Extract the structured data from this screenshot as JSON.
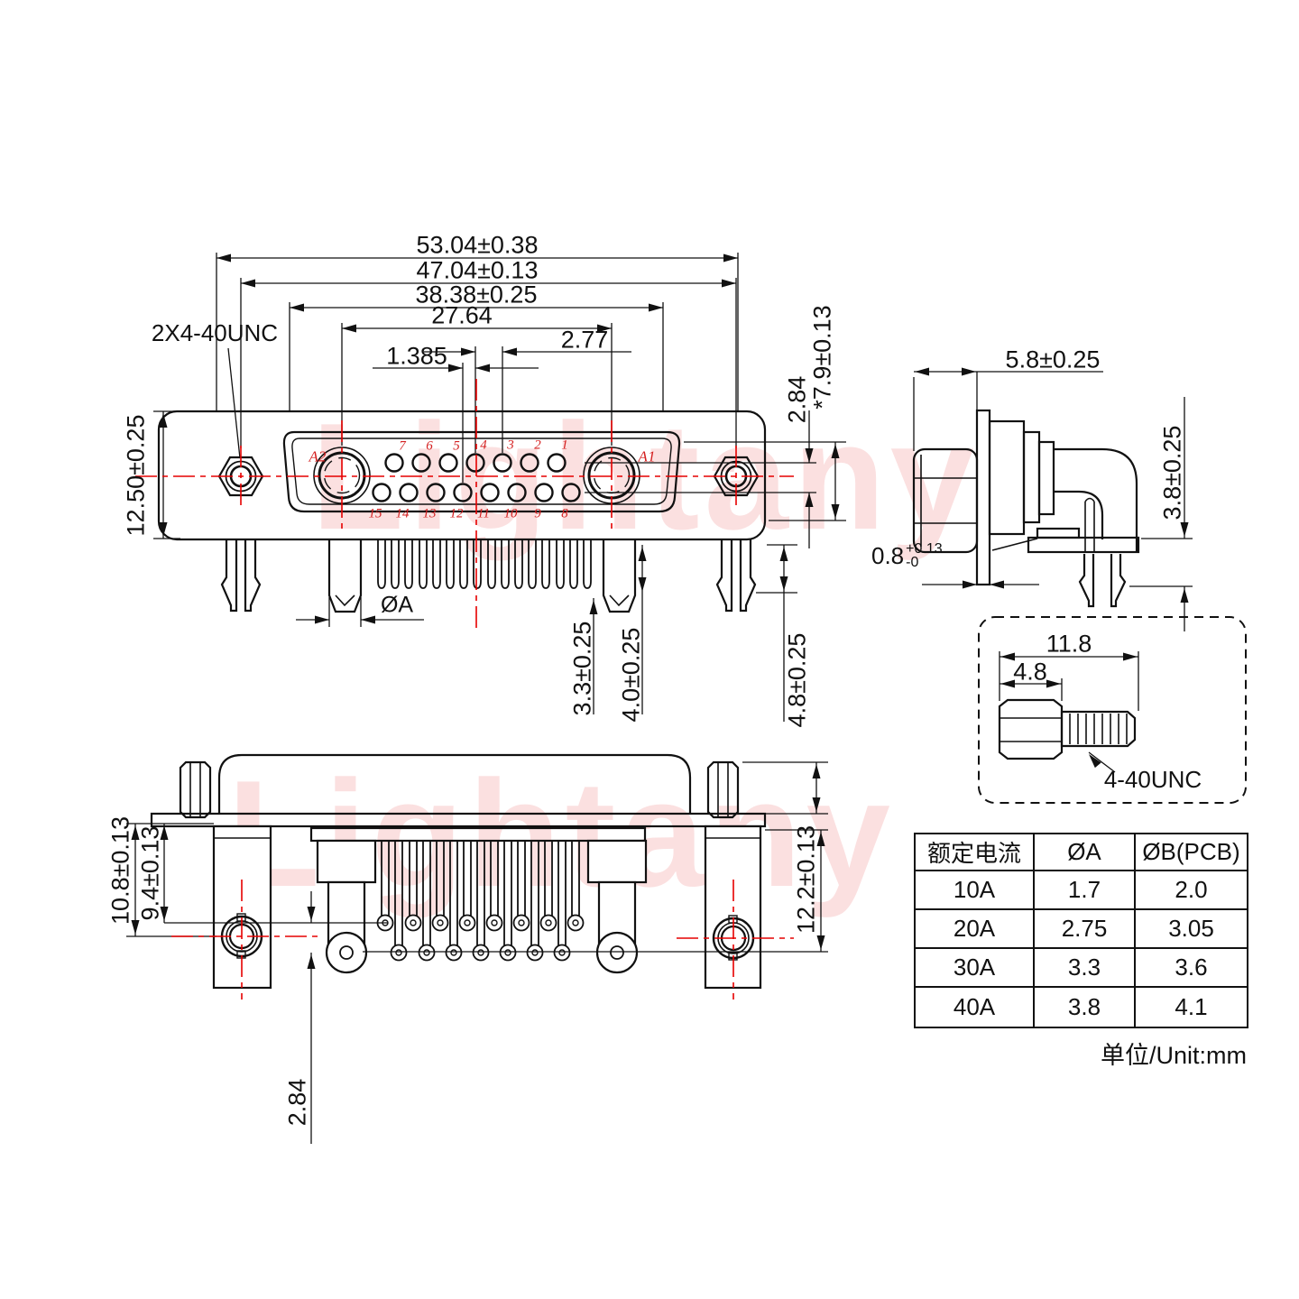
{
  "watermark": {
    "text": "Lightany"
  },
  "colors": {
    "line": "#111111",
    "centerline_red": "#e60000",
    "label_red": "#d42020"
  },
  "front_view": {
    "thread_label": "2X4-40UNC",
    "dims": {
      "width_overall": "53.04±0.38",
      "width_mount": "47.04±0.13",
      "width_shell": "38.38±0.25",
      "width_contacts": "27.64",
      "pitch": "2.77",
      "half_pitch": "1.385",
      "height_body": "12.50±0.25",
      "row_gap": "2.84",
      "height_contact_zone": "*7.9±0.13",
      "post_dia": "ØA",
      "tail_short": "3.3±0.25",
      "tail_mid": "4.0±0.25",
      "tail_long": "4.8±0.25"
    },
    "contact_labels": {
      "a1": "A1",
      "a2": "A2"
    },
    "pins_top": [
      "7",
      "6",
      "5",
      "4",
      "3",
      "2",
      "1"
    ],
    "pins_bottom": [
      "15",
      "14",
      "13",
      "12",
      "11",
      "10",
      "9",
      "8"
    ]
  },
  "side_view": {
    "dims": {
      "cap_depth": "5.8±0.25",
      "bracket_offset": "3.8±0.25",
      "flange_thickness": {
        "value": "0.8",
        "plus": "+0.13",
        "minus": "-0"
      }
    }
  },
  "screw_detail": {
    "dims": {
      "total_length": "11.8",
      "head_length": "4.8"
    },
    "thread_label": "4-40UNC"
  },
  "bottom_view": {
    "dims": {
      "height_outer": "10.8±0.13",
      "height_inner": "9.4±0.13",
      "height_right": "12.2±0.13",
      "row_gap": "2.84"
    }
  },
  "spec_table": {
    "headers": [
      "额定电流",
      "ØA",
      "ØB(PCB)"
    ],
    "rows": [
      [
        "10A",
        "1.7",
        "2.0"
      ],
      [
        "20A",
        "2.75",
        "3.05"
      ],
      [
        "30A",
        "3.3",
        "3.6"
      ],
      [
        "40A",
        "3.8",
        "4.1"
      ]
    ],
    "unit_note": "单位/Unit:mm"
  }
}
